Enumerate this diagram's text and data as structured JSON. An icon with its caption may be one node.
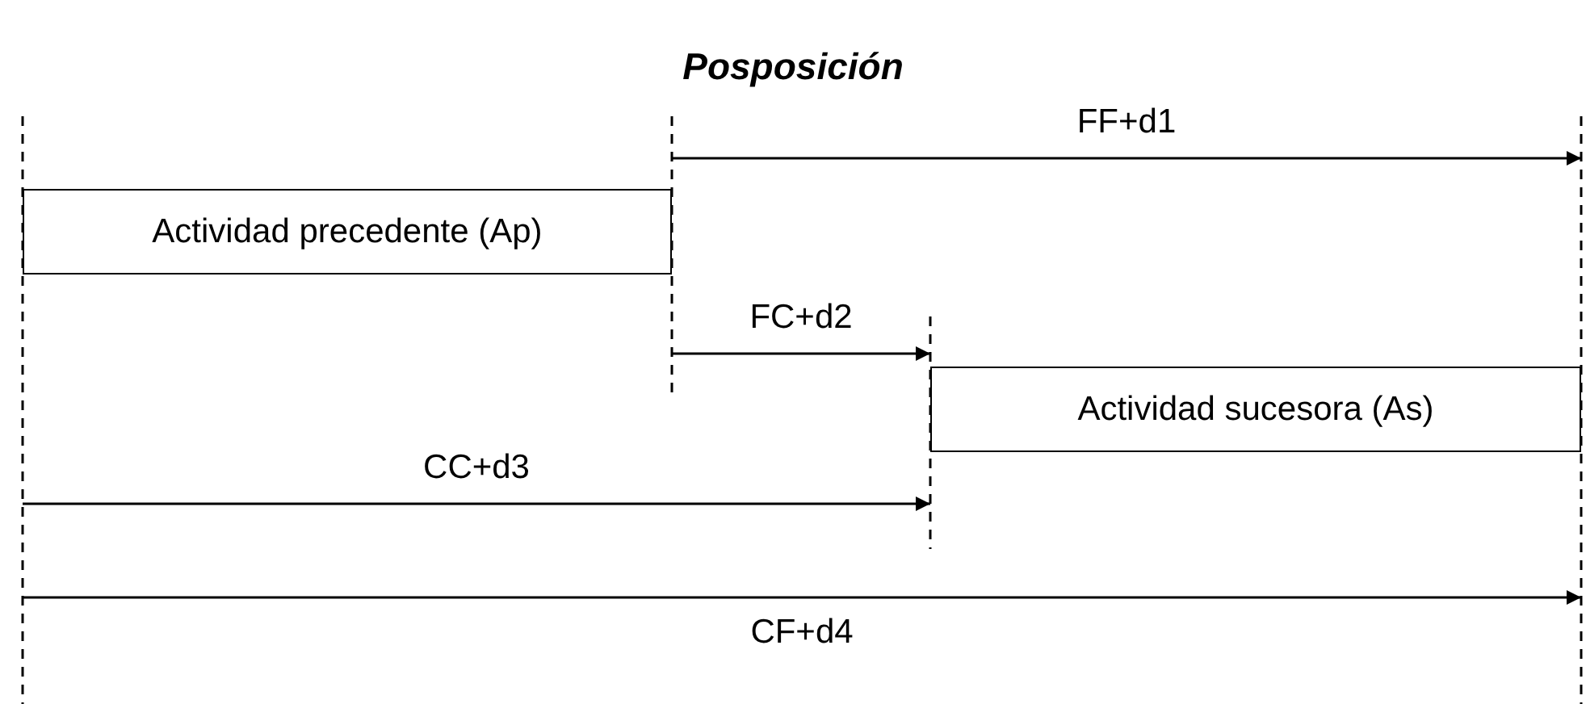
{
  "diagram": {
    "title": "Posposición",
    "nodes": [
      {
        "text": [
          "Actividad precedente (Ap)"
        ]
      },
      {
        "text": [
          "Actividad sucesora (As)"
        ]
      },
      {
        "text": [],
        "shape": "line"
      },
      {
        "text": [],
        "shape": "line"
      },
      {
        "text": [],
        "shape": "line"
      },
      {
        "text": [],
        "shape": "line"
      }
    ],
    "edges": [
      {
        "from": 3,
        "to": 5,
        "arrow": "to",
        "label": "FF+d1"
      },
      {
        "from": 3,
        "to": 4,
        "arrow": "to",
        "label": "FC+d2"
      },
      {
        "from": 2,
        "to": 4,
        "arrow": "to",
        "label": "CC+d3"
      },
      {
        "from": 2,
        "to": 5,
        "arrow": "to",
        "label": "CF+d4"
      }
    ]
  }
}
